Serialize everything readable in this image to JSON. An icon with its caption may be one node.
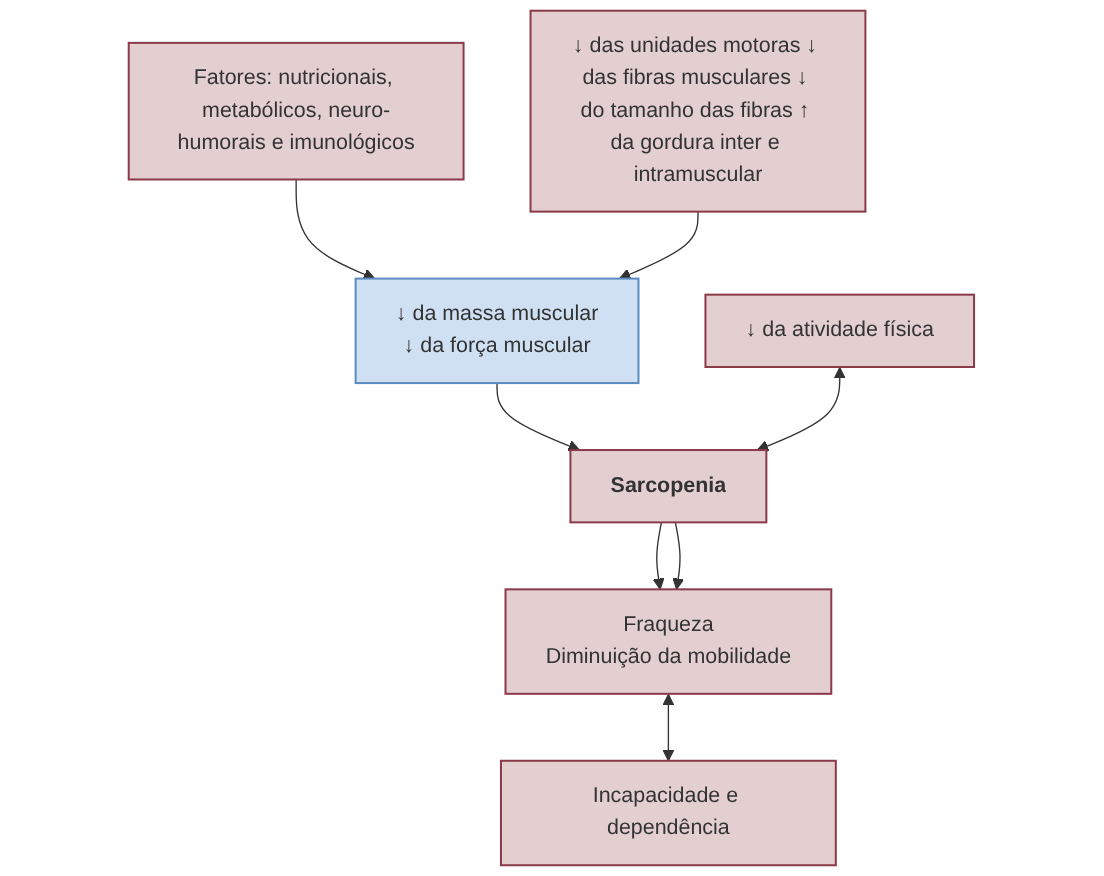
{
  "diagram": {
    "nodes": [
      {
        "text": [
          "Fatores: nutricionais, metabólicos, neuro-humorais e imunológicos"
        ]
      },
      {
        "text": [
          "↓ das unidades motoras ↓ das fibras musculares ↓ do tamanho das fibras ↑ da gordura inter e intramuscular"
        ]
      },
      {
        "text": [
          "↓ da massa muscular",
          "↓ da força muscular"
        ]
      },
      {
        "text": [
          "↓ da atividade física"
        ]
      },
      {
        "text": [
          "Sarcopenia"
        ]
      },
      {
        "text": [
          "Fraqueza",
          "Diminuição da mobilidade"
        ]
      },
      {
        "text": [
          "Incapacidade e dependência"
        ]
      }
    ],
    "edges": [
      {
        "from": 0,
        "to": 2,
        "arrow": "to"
      },
      {
        "from": 1,
        "to": 2,
        "arrow": "to"
      },
      {
        "from": 2,
        "to": 4,
        "arrow": "to"
      },
      {
        "from": 3,
        "to": 4,
        "arrow": "both"
      },
      {
        "from": 4,
        "to": 5,
        "arrow": "to"
      },
      {
        "from": 4,
        "to": 5,
        "arrow": "to"
      },
      {
        "from": 5,
        "to": 6,
        "arrow": "both"
      }
    ]
  }
}
